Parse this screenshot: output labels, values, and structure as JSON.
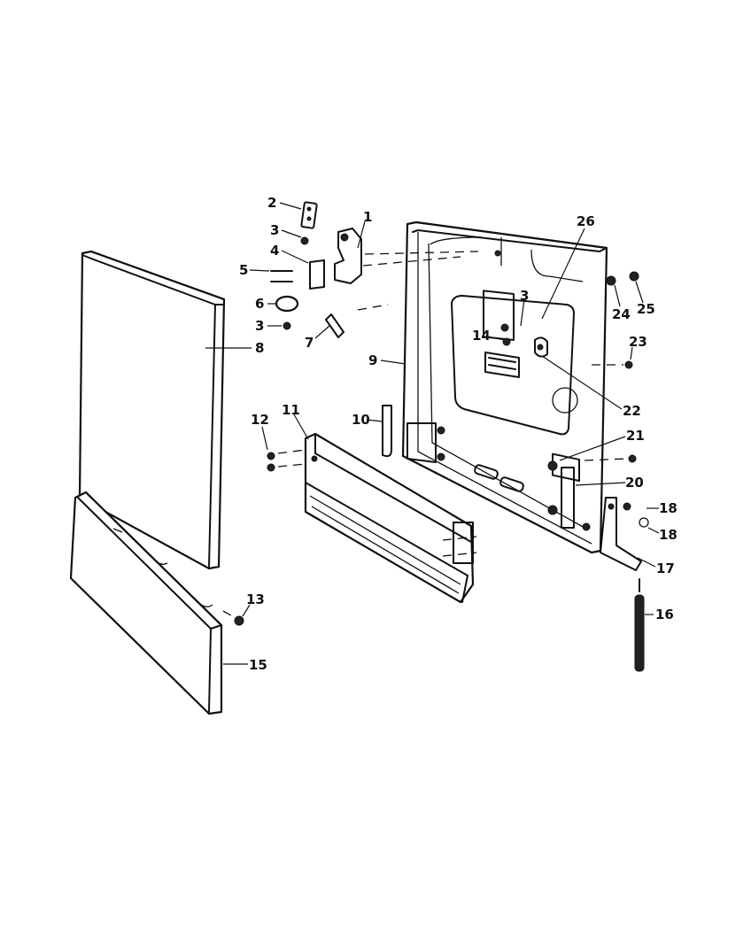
{
  "callouts": [
    {
      "id": "1",
      "text": "1"
    },
    {
      "id": "2",
      "text": "2"
    },
    {
      "id": "3a",
      "text": "3"
    },
    {
      "id": "3b",
      "text": "3"
    },
    {
      "id": "3c",
      "text": "3"
    },
    {
      "id": "4",
      "text": "4"
    },
    {
      "id": "5",
      "text": "5"
    },
    {
      "id": "6",
      "text": "6"
    },
    {
      "id": "7",
      "text": "7"
    },
    {
      "id": "8",
      "text": "8"
    },
    {
      "id": "9",
      "text": "9"
    },
    {
      "id": "10",
      "text": "10"
    },
    {
      "id": "11",
      "text": "11"
    },
    {
      "id": "12",
      "text": "12"
    },
    {
      "id": "13",
      "text": "13"
    },
    {
      "id": "14",
      "text": "14"
    },
    {
      "id": "15",
      "text": "15"
    },
    {
      "id": "16",
      "text": "16"
    },
    {
      "id": "17",
      "text": "17"
    },
    {
      "id": "18a",
      "text": "18"
    },
    {
      "id": "18b",
      "text": "18"
    },
    {
      "id": "20",
      "text": "20"
    },
    {
      "id": "21",
      "text": "21"
    },
    {
      "id": "22",
      "text": "22"
    },
    {
      "id": "23",
      "text": "23"
    },
    {
      "id": "24",
      "text": "24"
    },
    {
      "id": "25",
      "text": "25"
    },
    {
      "id": "26",
      "text": "26"
    }
  ]
}
